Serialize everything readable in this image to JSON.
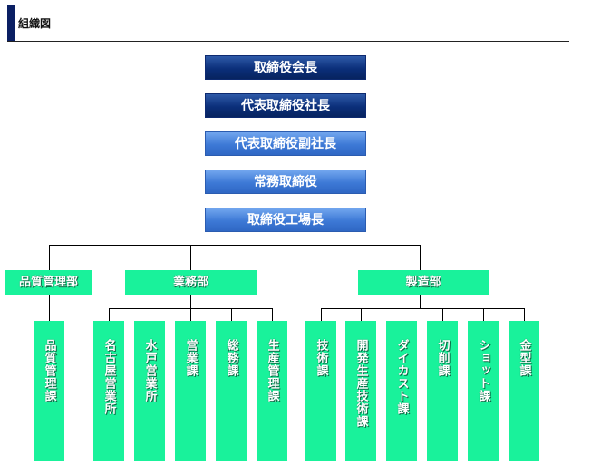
{
  "header": {
    "title": "組織図"
  },
  "executives": [
    {
      "label": "取締役会長",
      "style": "dark"
    },
    {
      "label": "代表取締役社長",
      "style": "dark"
    },
    {
      "label": "代表取締役副社長",
      "style": "light"
    },
    {
      "label": "常務取締役",
      "style": "light"
    },
    {
      "label": "取締役工場長",
      "style": "light"
    }
  ],
  "departments": [
    {
      "label": "品質管理部",
      "sections": [
        "品質管理課"
      ]
    },
    {
      "label": "業務部",
      "sections": [
        "名古屋営業所",
        "水戸営業所",
        "営業課",
        "総務課",
        "生産管理課"
      ]
    },
    {
      "label": "製造部",
      "sections": [
        "技術課",
        "開発生産技術課",
        "ダイカスト課",
        "切削課",
        "ショット課",
        "金型課"
      ]
    }
  ],
  "colors": {
    "header_bar": "#0a1f63",
    "exec_dark": "#0b2f7a",
    "exec_light": "#3d79d6",
    "dept_green": "#19f29b"
  }
}
